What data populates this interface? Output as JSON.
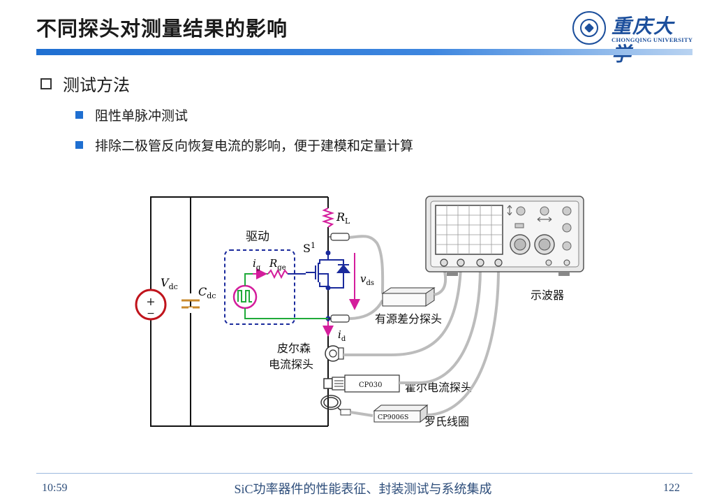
{
  "slide": {
    "title": "不同探头对测量结果的影响",
    "section_heading": "测试方法",
    "bullets": [
      "阻性单脉冲测试",
      "排除二极管反向恢复电流的影响，便于建模和定量计算"
    ]
  },
  "logo": {
    "name_cn": "重庆大学",
    "name_en": "CHONGQING UNIVERSITY"
  },
  "diagram": {
    "labels": {
      "vdc_main": "V",
      "vdc_sub": "dc",
      "cdc_main": "C",
      "cdc_sub": "dc",
      "drive": "驱动",
      "ig_main": "i",
      "ig_sub": "g",
      "rge_main": "R",
      "rge_sub": "ge",
      "s1_main": "S",
      "s1_sub": "1",
      "rl_main": "R",
      "rl_sub": "L",
      "vds_main": "v",
      "vds_sub": "ds",
      "id_main": "i",
      "id_sub": "d",
      "plus": "+",
      "minus": "−",
      "diff_probe": "有源差分探头",
      "pearson_line1": "皮尔森",
      "pearson_line2": "电流探头",
      "hall_probe": "霍尔电流探头",
      "hall_model": "CP030",
      "rogowski": "罗氏线圈",
      "rogowski_model": "CP9006S",
      "oscilloscope": "示波器"
    },
    "colors": {
      "circuit": "#111111",
      "source": "#c0141c",
      "capacitor": "#c98a2c",
      "drive": "#1a2a9c",
      "resistor": "#d41d9c",
      "gate_wire": "#1faa3a",
      "probe_cable": "#bcbcbc",
      "arrow": "#d41d9c"
    }
  },
  "footer": {
    "time": "10:59",
    "center": "SiC功率器件的性能表征、封装测试与系统集成",
    "page": "122"
  }
}
